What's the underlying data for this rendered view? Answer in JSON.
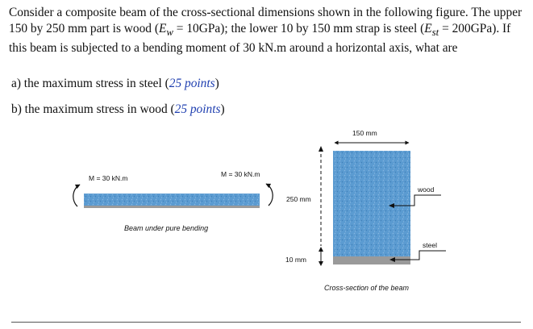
{
  "problem": {
    "p1": "Consider a composite beam of the cross-sectional dimensions shown in the following figure. The upper 150 by 250 mm part is wood (",
    "ew_sym": "E",
    "ew_sub": "w",
    "p2": " = 10GPa); the lower 10 by 150 mm strap is steel (",
    "est_sym": "E",
    "est_sub": "st",
    "p3": " = 200GPa). If this beam is subjected to a bending moment of 30 kN.m around a horizontal axis, what are"
  },
  "questions": {
    "a_text": "a) the maximum stress in steel (",
    "a_points": "25 points",
    "a_close": ")",
    "b_text": "b) the maximum stress in wood (",
    "b_points": "25 points",
    "b_close": ")"
  },
  "figure": {
    "moment_left": "M = 30 kN.m",
    "moment_right": "M = 30 kN.m",
    "beam_caption": "Beam under pure bending",
    "width_dim": "150 mm",
    "height_dim": "250 mm",
    "strap_dim": "10 mm",
    "wood_label": "wood",
    "steel_label": "steel",
    "section_caption": "Cross-section of the beam"
  },
  "colors": {
    "wood": "#5b9bd1",
    "steel": "#9a9a9a",
    "question_points": "#1f3fb0"
  }
}
